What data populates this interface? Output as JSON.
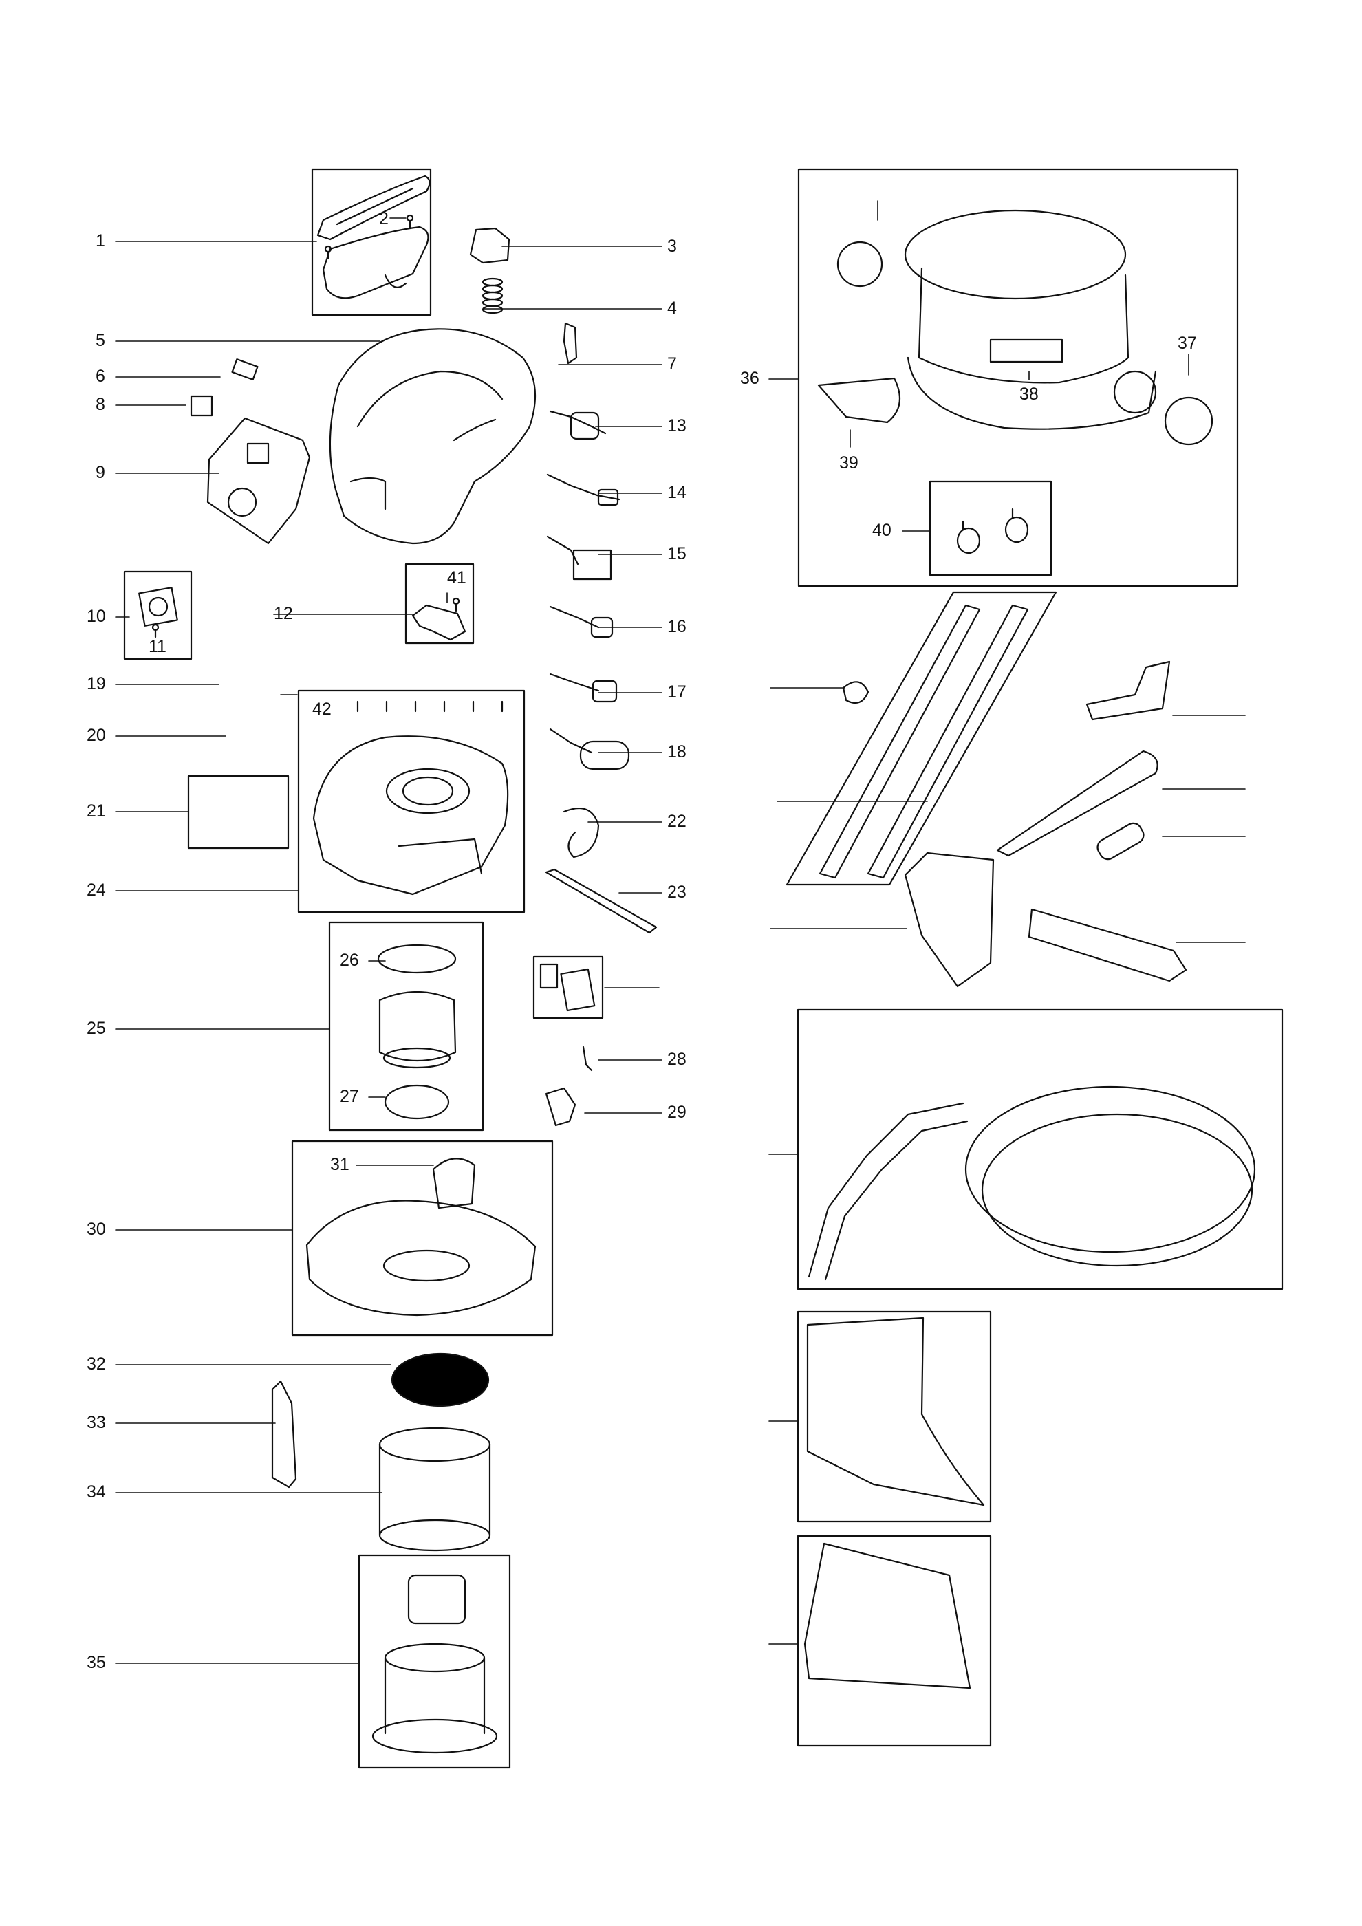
{
  "diagram": {
    "labels": {
      "p1": "1",
      "p2": "2",
      "p3": "3",
      "p4": "4",
      "p5": "5",
      "p6": "6",
      "p7": "7",
      "p8": "8",
      "p9": "9",
      "p10": "10",
      "p11": "11",
      "p12": "12",
      "p13": "13",
      "p14": "14",
      "p15": "15",
      "p16": "16",
      "p17": "17",
      "p18": "18",
      "p19": "19",
      "p20": "20",
      "p21": "21",
      "p22": "22",
      "p23": "23",
      "p24": "24",
      "p25": "25",
      "p26": "26",
      "p27": "27",
      "p28": "28",
      "p29": "29",
      "p30": "30",
      "p31": "31",
      "p32": "32",
      "p33": "33",
      "p34": "34",
      "p35": "35",
      "p36": "36",
      "p37": "37",
      "p38": "38",
      "p39": "39",
      "p40": "40",
      "p41": "41",
      "p42": "42"
    }
  }
}
